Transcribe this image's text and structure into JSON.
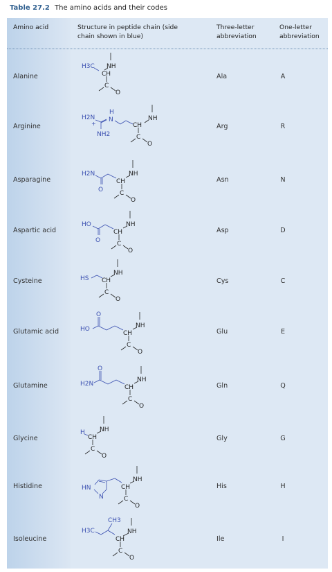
{
  "caption": {
    "number": "Table 27.2",
    "title": "The amino acids and their codes"
  },
  "headers": {
    "amino_acid": "Amino acid",
    "structure": "Structure in peptide chain (side chain shown in blue)",
    "three_letter": "Three-letter abbreviation",
    "one_letter": "One-letter abbreviation"
  },
  "rows": [
    {
      "name": "Alanine",
      "three": "Ala",
      "one": "A"
    },
    {
      "name": "Arginine",
      "three": "Arg",
      "one": "R"
    },
    {
      "name": "Asparagine",
      "three": "Asn",
      "one": "N"
    },
    {
      "name": "Aspartic acid",
      "three": "Asp",
      "one": "D"
    },
    {
      "name": "Cysteine",
      "three": "Cys",
      "one": "C"
    },
    {
      "name": "Glutamic acid",
      "three": "Glu",
      "one": "E"
    },
    {
      "name": "Glutamine",
      "three": "Gln",
      "one": "Q"
    },
    {
      "name": "Glycine",
      "three": "Gly",
      "one": "G"
    },
    {
      "name": "Histidine",
      "three": "His",
      "one": "H"
    },
    {
      "name": "Isoleucine",
      "three": "Ile",
      "one": "I"
    }
  ],
  "chem_labels": {
    "nh": "NH",
    "ch": "CH",
    "c": "C",
    "o": "O",
    "h3c": "H3C",
    "h2n": "H2N",
    "nh2": "NH2",
    "n": "N",
    "h": "H",
    "plus": "+",
    "ho": "HO",
    "hs": "HS",
    "hn": "HN",
    "ch3": "CH3"
  },
  "colors": {
    "accent": "#2f5f8f",
    "side_chain": "#3a4fb0",
    "backbone": "#222222"
  }
}
